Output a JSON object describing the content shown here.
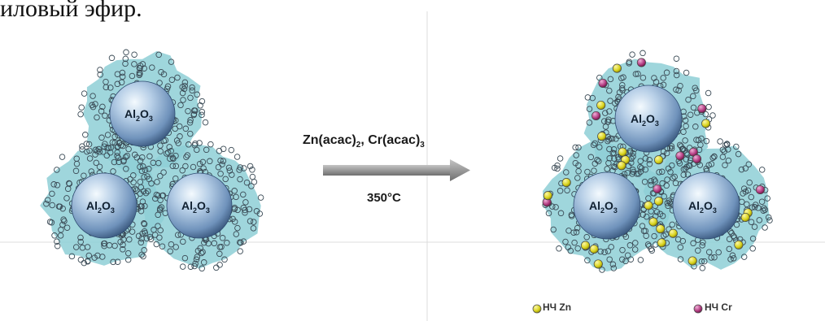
{
  "header_text_fragment": "иловый эфир.",
  "reaction": {
    "reagent_zn": "Zn(acac)",
    "reagent_zn_sub": "2",
    "separator": ", ",
    "reagent_cr": "Cr(acac)",
    "reagent_cr_sub": "3",
    "temperature": "350°C"
  },
  "particle_label": {
    "base": "Al",
    "sub1": "2",
    "mid": "O",
    "sub2": "3"
  },
  "legend": {
    "zn_label": "НЧ Zn",
    "cr_label": "НЧ Cr"
  },
  "colors": {
    "coating": "#8ecfd6",
    "sphere_light": "#e6f3fb",
    "sphere_mid": "#8fb3d6",
    "sphere_dark": "#3b5b82",
    "zn_particle": "#d8d21a",
    "cr_particle": "#b0387e",
    "arrow": "#8f8f8f",
    "axis_line": "#d8d8d8"
  }
}
